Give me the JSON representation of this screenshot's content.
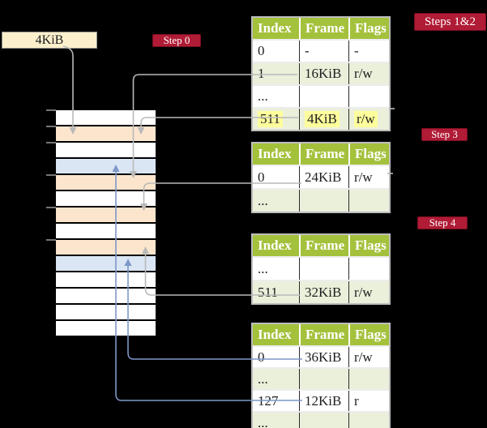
{
  "palette": {
    "label-red": "#b01b35",
    "label-border": "#7c0e22",
    "header-green": "#a4c13c",
    "row-green": "#eaf0da",
    "row-white": "#ffffff",
    "row-orange": "#fce5cd",
    "row-blue": "#dbe6f5",
    "box-cream": "#fcefcc",
    "highlight-yellow": "#ffff9c",
    "arrow-gray": "#b9b9b9",
    "arrow-blue": "#7e97c8",
    "table-border": "#bdbdbd",
    "tick-gray": "#9c9c9c",
    "cell-text": "#1f1f1f"
  },
  "labels": {
    "frame_size_box": "4KiB",
    "step0": "Step 0",
    "steps12": "Steps 1&2",
    "step3": "Step 3",
    "step4": "Step 4"
  },
  "memory": {
    "rows": [
      "white",
      "orange",
      "white",
      "blue",
      "orange",
      "white",
      "orange",
      "white",
      "orange",
      "blue",
      "white",
      "white",
      "white",
      "white"
    ]
  },
  "tables": {
    "t1": {
      "headers": [
        "Index",
        "Frame",
        "Flags"
      ],
      "rows": [
        {
          "index": "0",
          "frame": "-",
          "flags": "-"
        },
        {
          "index": "1",
          "frame": "16KiB",
          "flags": "r/w"
        },
        {
          "index": "...",
          "frame": "",
          "flags": ""
        },
        {
          "index": "511",
          "frame": "4KiB",
          "flags": "r/w"
        }
      ]
    },
    "t2": {
      "headers": [
        "Index",
        "Frame",
        "Flags"
      ],
      "rows": [
        {
          "index": "0",
          "frame": "24KiB",
          "flags": "r/w"
        },
        {
          "index": "...",
          "frame": "",
          "flags": ""
        }
      ]
    },
    "t3": {
      "headers": [
        "Index",
        "Frame",
        "Flags"
      ],
      "rows": [
        {
          "index": "...",
          "frame": "",
          "flags": ""
        },
        {
          "index": "511",
          "frame": "32KiB",
          "flags": "r/w"
        }
      ]
    },
    "t4": {
      "headers": [
        "Index",
        "Frame",
        "Flags"
      ],
      "rows": [
        {
          "index": "0",
          "frame": "36KiB",
          "flags": "r/w"
        },
        {
          "index": "...",
          "frame": "",
          "flags": ""
        },
        {
          "index": "127",
          "frame": "12KiB",
          "flags": "r"
        },
        {
          "index": "...",
          "frame": "",
          "flags": ""
        }
      ]
    }
  }
}
